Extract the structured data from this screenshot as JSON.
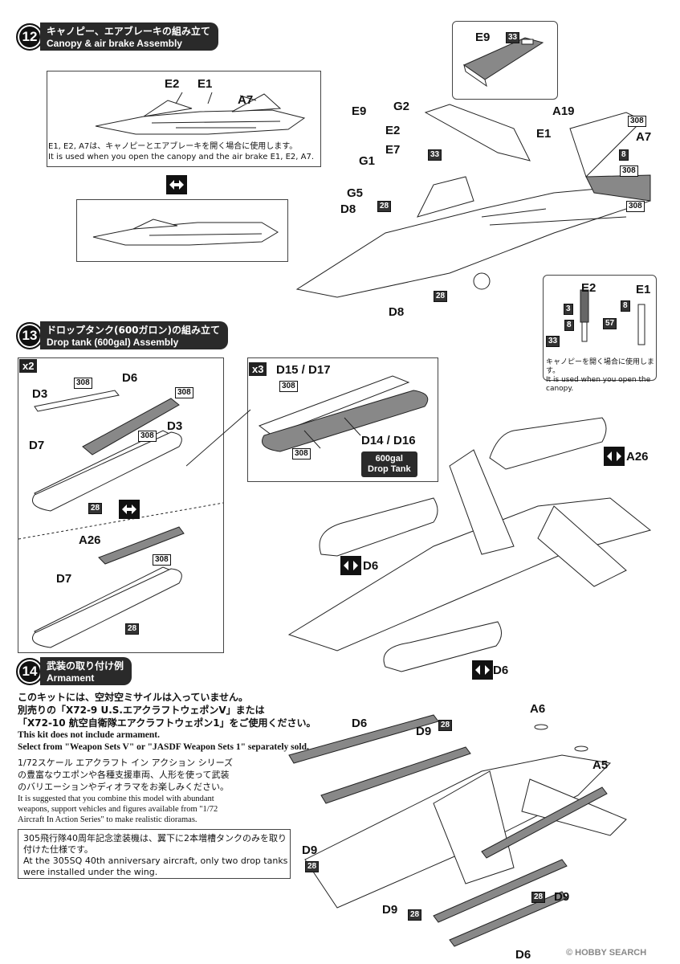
{
  "step12": {
    "num": "12",
    "title_jp": "キャノピー、エアブレーキの組み立て",
    "title_en": "Canopy & air brake Assembly",
    "inset_labels": [
      "E2",
      "E1",
      "A7"
    ],
    "inset_note_jp": "E1, E2, A7は、キャノピーとエアブレーキを開く場合に使用します。",
    "inset_note_en": "It is used when you open the canopy and the air brake E1, E2, A7.",
    "part_labels": {
      "e9_top": "E9",
      "c33_top": "33",
      "e9": "E9",
      "g2": "G2",
      "e2": "E2",
      "e7": "E7",
      "c33": "33",
      "e1": "E1",
      "a19": "A19",
      "c308a": "308",
      "a7": "A7",
      "c8": "8",
      "c308b": "308",
      "c308c": "308",
      "g1": "G1",
      "g5": "G5",
      "d8a": "D8",
      "c28a": "28",
      "d8b": "D8",
      "c28b": "28"
    },
    "detail": {
      "e2": "E2",
      "e1": "E1",
      "c3": "3",
      "c8a": "8",
      "c8b": "8",
      "c57": "57",
      "c33": "33",
      "note_jp": "キャノピーを開く場合に使用します。",
      "note_en": "It is used when you open the canopy."
    }
  },
  "step13": {
    "num": "13",
    "title_jp": "ドロップタンク(600ガロン)の組み立て",
    "title_en": "Drop tank (600gal) Assembly",
    "left_box": {
      "mult": "x2",
      "d6": "D6",
      "d3a": "D3",
      "d3b": "D3",
      "d7": "D7",
      "c308a": "308",
      "c308b": "308",
      "c308c": "308",
      "c28": "28",
      "a26": "A26",
      "d7b": "D7",
      "c308d": "308",
      "c28b": "28"
    },
    "center_box": {
      "mult": "x3",
      "d15": "D15 / D17",
      "d14": "D14 / D16",
      "c308a": "308",
      "c308b": "308",
      "tag_line1": "600gal",
      "tag_line2": "Drop Tank"
    },
    "right": {
      "a26": "A26",
      "d6a": "D6",
      "d6b": "D6"
    }
  },
  "step14": {
    "num": "14",
    "title_jp": "武装の取り付け例",
    "title_en": "Armament",
    "notice_jp_1": "このキットには、空対空ミサイルは入っていません。",
    "notice_jp_2": "別売りの「X72-9 U.S.エアクラフトウェポンV」または",
    "notice_jp_3": "「X72-10 航空自衛隊エアクラフトウェポン1」をご使用ください。",
    "notice_en_1": "This kit does not include armament.",
    "notice_en_2": "Select from \"Weapon Sets V\" or \"JASDF Weapon Sets 1\" separately sold.",
    "series_jp_1": "1/72スケール エアクラフト イン アクション シリーズ",
    "series_jp_2": "の豊富なウエポンや各種支援車両、人形を使って武装",
    "series_jp_3": "のバリエーションやディオラマをお楽しみください。",
    "series_en_1": "It is suggested that you combine this model with abundant",
    "series_en_2": "weapons, support vehicles and figures available from \"1/72",
    "series_en_3": "Aircraft In Action Series\" to make realistic dioramas.",
    "box_jp_1": "305飛行隊40周年記念塗装機は、翼下に2本増槽タンクのみを取り",
    "box_jp_2": "付けた仕様です。",
    "box_en_1": "At the 305SQ 40th anniversary aircraft, only two drop tanks",
    "box_en_2": "were installed under the wing.",
    "labels": {
      "d6a": "D6",
      "d9a": "D9",
      "c28a": "28",
      "a6": "A6",
      "a5": "A5",
      "d9b": "D9",
      "c28b": "28",
      "c28c": "28",
      "d9c": "D9",
      "d9d": "D9",
      "c28d": "28",
      "d6b": "D6"
    }
  },
  "watermark": "© HOBBY SEARCH"
}
